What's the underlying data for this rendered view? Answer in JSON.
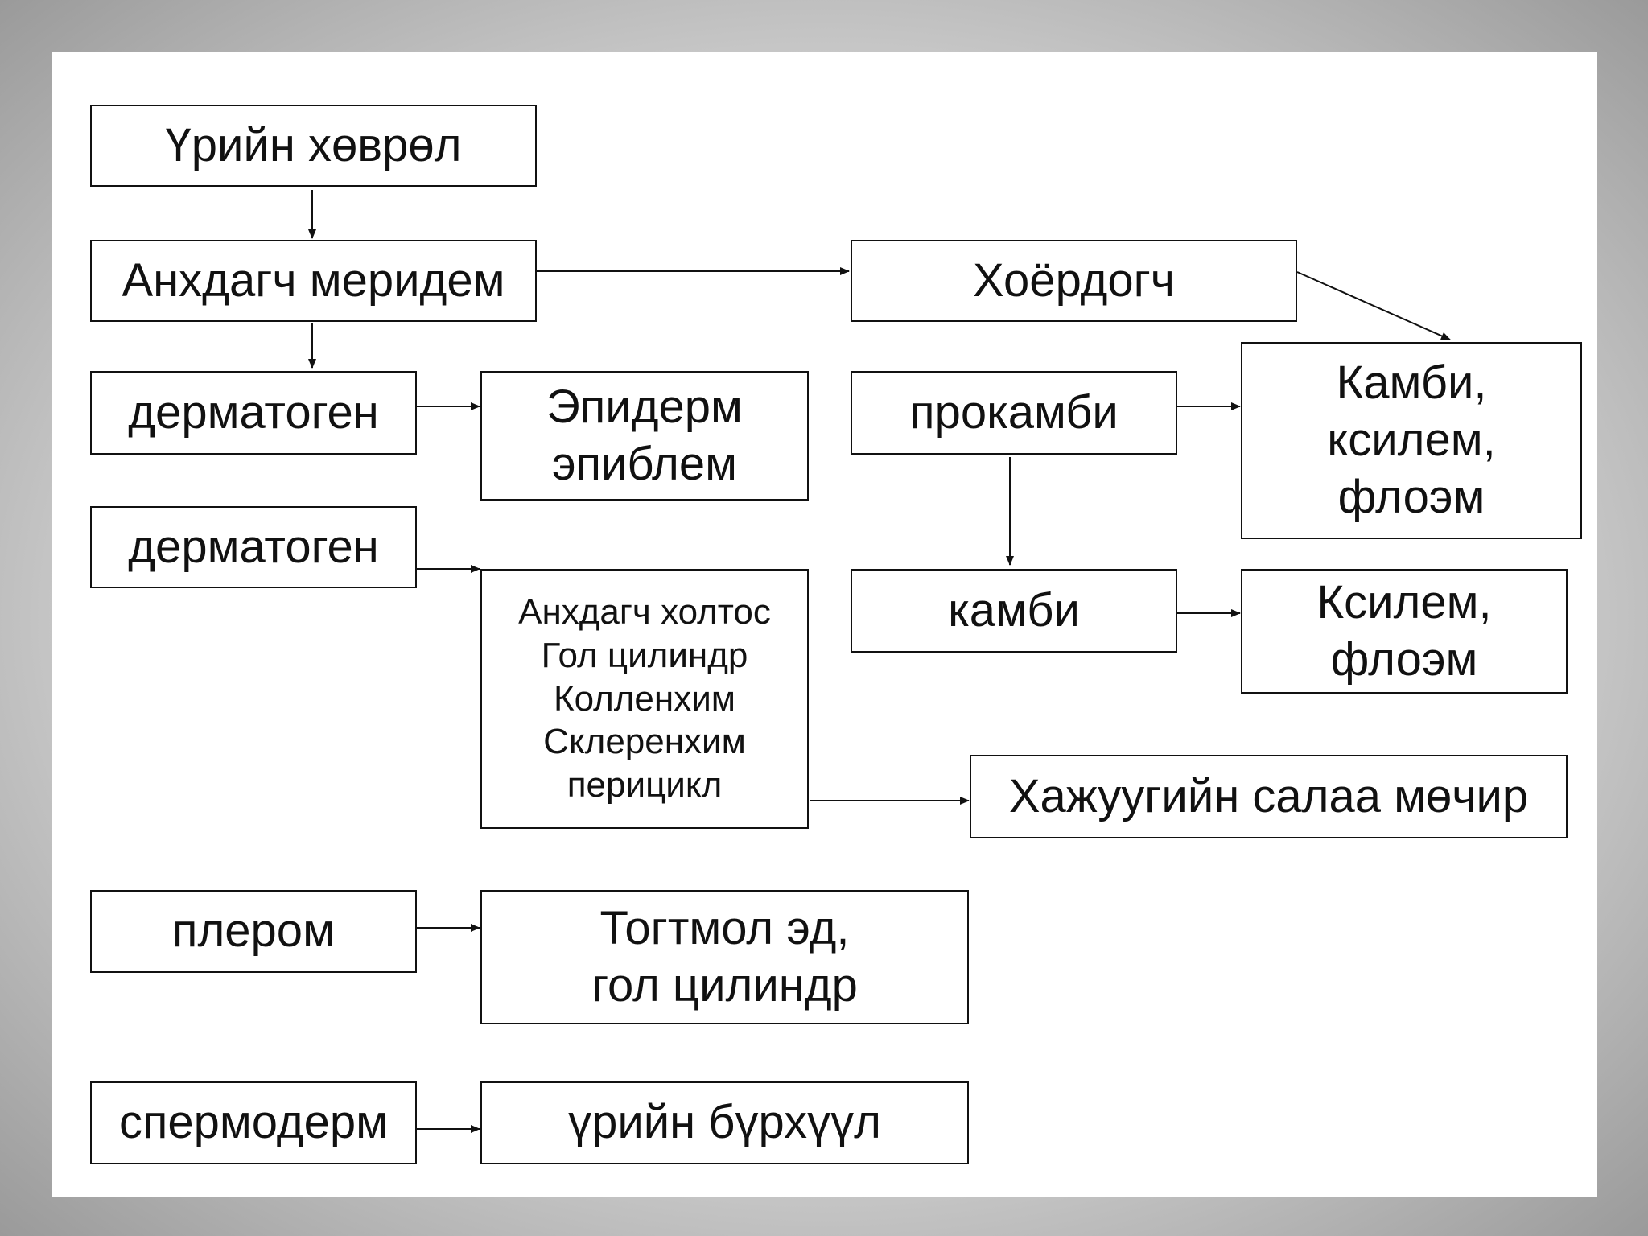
{
  "diagram": {
    "nodes": {
      "seed_embryo": "Үрийн хөврөл",
      "primary_meristem": "Анхдагч меридем",
      "secondary": "Хоёрдогч",
      "dermatogen_1": "дерматоген",
      "epiderm": "Эпидерм\nэпиблем",
      "procambium": "прокамби",
      "cambium_xylem_phloem": "Камби,\nксилем,\nфлоэм",
      "dermatogen_2": "дерматоген",
      "primary_tissue_list": "Анхдагч холтос\nГол цилиндр\nКолленхим\nСклеренхим\nперицикл",
      "cambium": "камби",
      "xylem_phloem": "Ксилем,\nфлоэм",
      "lateral_branch_root": "Хажуугийн салаа мөчир",
      "plerome": "плером",
      "permanent_tissue": "Тогтмол эд,\nгол цилиндр",
      "spermoderm": "спермодерм",
      "seed_coat": "үрийн бүрхүүл"
    }
  }
}
